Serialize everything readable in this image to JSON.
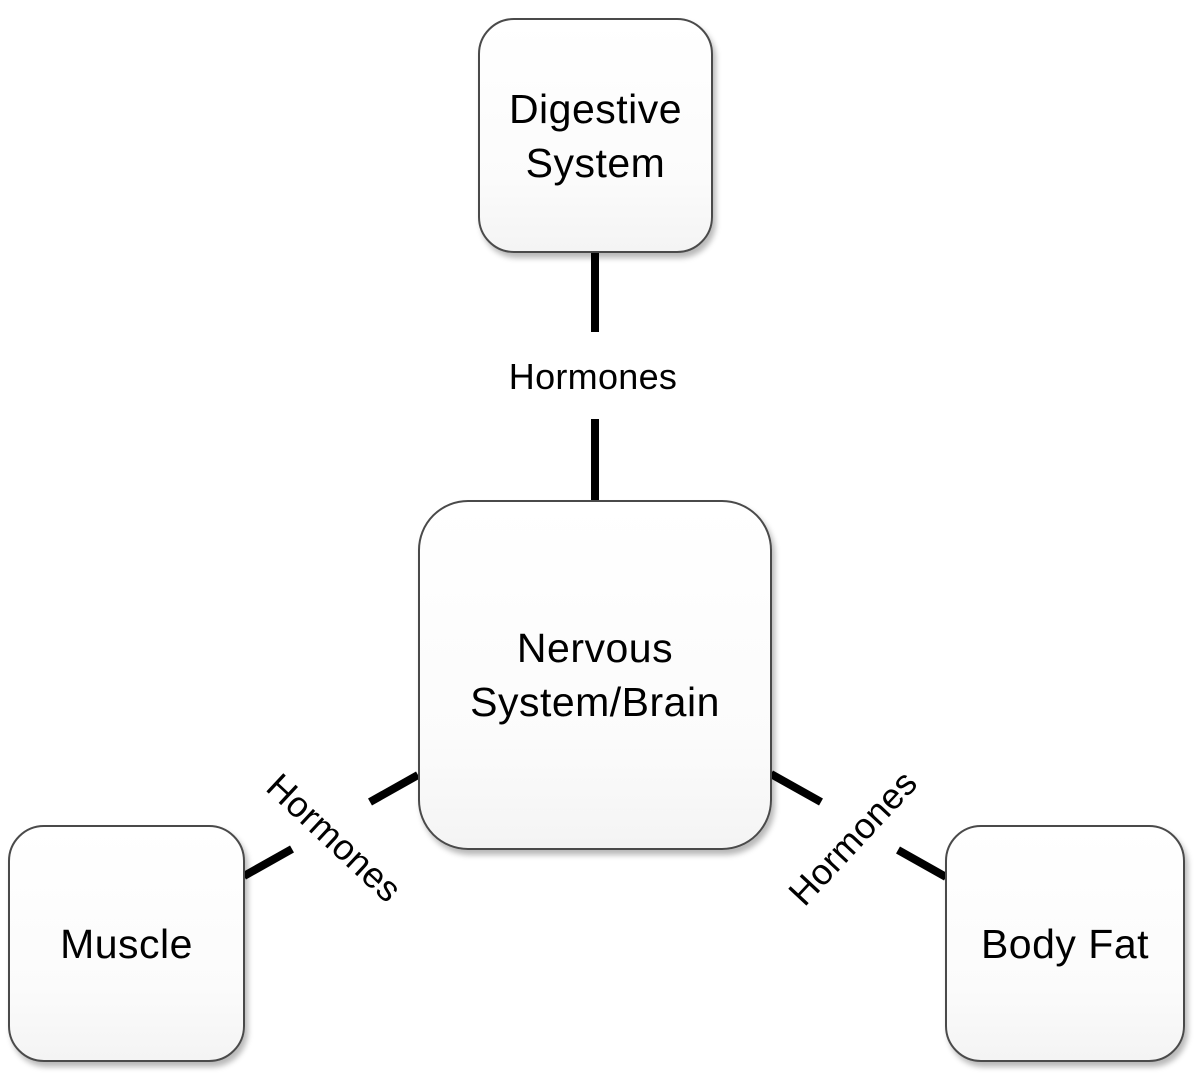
{
  "nodes": {
    "digestive": {
      "label": "Digestive\nSystem"
    },
    "brain": {
      "label": "Nervous\nSystem/Brain"
    },
    "muscle": {
      "label": "Muscle"
    },
    "body_fat": {
      "label": "Body Fat"
    }
  },
  "edges": {
    "digestive_brain": {
      "label": "Hormones"
    },
    "brain_muscle": {
      "label": "Hormones"
    },
    "brain_body_fat": {
      "label": "Hormones"
    }
  },
  "colors": {
    "box_border": "#4a4a4a",
    "connector": "#000000",
    "background": "#ffffff"
  }
}
